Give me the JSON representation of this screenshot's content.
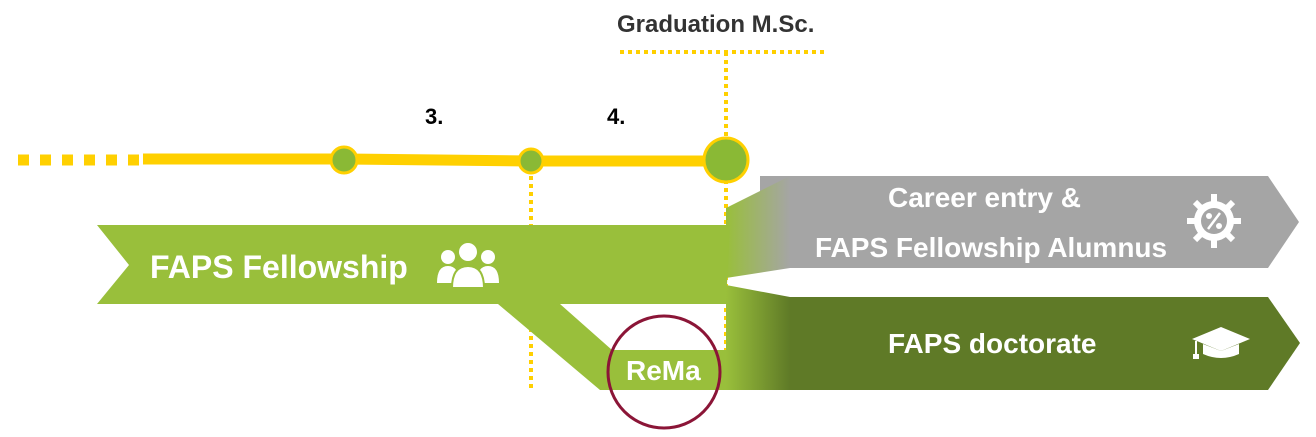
{
  "timeline": {
    "semesters": [
      "3.",
      "4."
    ],
    "milestone": "Graduation M.Sc."
  },
  "program": {
    "label": "FAPS Fellowship"
  },
  "branch": {
    "label": "ReMa"
  },
  "outcomes": {
    "career_line1": "Career entry &",
    "career_line2": "FAPS Fellowship Alumnus",
    "doctorate": "FAPS doctorate"
  },
  "colors": {
    "timeline_yellow": "#ffd000",
    "fellowship_green": "#99bf3b",
    "doctorate_green": "#5f7a27",
    "career_gray": "#a5a5a5",
    "rema_ring": "#8b1537"
  },
  "icons": {
    "fellowship": "people-group-icon",
    "career": "gear-percent-icon",
    "doctorate": "graduation-cap-icon"
  }
}
